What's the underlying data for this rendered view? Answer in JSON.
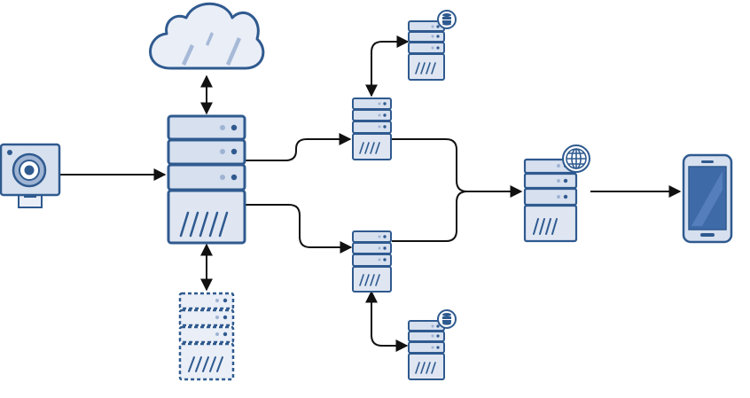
{
  "diagram": {
    "colors": {
      "outline": "#2f5a8f",
      "fill": "#d7e0ef",
      "fill_light": "#e9eef7",
      "panel": "#dfe6f2",
      "accent": "#2f5a8f",
      "screen": "#3f6aa8",
      "edge": "#111111",
      "background": "#ffffff"
    },
    "nodes": [
      {
        "id": "camera",
        "icon": "camera-icon"
      },
      {
        "id": "cloud",
        "icon": "cloud-icon"
      },
      {
        "id": "main-server",
        "icon": "server-icon"
      },
      {
        "id": "backup-server",
        "icon": "server-icon",
        "style": "dashed"
      },
      {
        "id": "server-top",
        "icon": "server-icon"
      },
      {
        "id": "db-server-top",
        "icon": "database-server-icon"
      },
      {
        "id": "server-bottom",
        "icon": "server-icon"
      },
      {
        "id": "db-server-bottom",
        "icon": "database-server-icon"
      },
      {
        "id": "web-server",
        "icon": "web-server-icon"
      },
      {
        "id": "mobile-phone",
        "icon": "smartphone-icon"
      }
    ],
    "edges": [
      {
        "from": "camera",
        "to": "main-server",
        "direction": "one-way"
      },
      {
        "from": "cloud",
        "to": "main-server",
        "direction": "two-way"
      },
      {
        "from": "main-server",
        "to": "backup-server",
        "direction": "two-way"
      },
      {
        "from": "main-server",
        "to": "server-top",
        "direction": "one-way"
      },
      {
        "from": "main-server",
        "to": "server-bottom",
        "direction": "one-way"
      },
      {
        "from": "server-top",
        "to": "db-server-top",
        "direction": "two-way"
      },
      {
        "from": "server-bottom",
        "to": "db-server-bottom",
        "direction": "two-way"
      },
      {
        "from": "server-top",
        "to": "web-server",
        "direction": "one-way"
      },
      {
        "from": "server-bottom",
        "to": "web-server",
        "direction": "one-way"
      },
      {
        "from": "web-server",
        "to": "mobile-phone",
        "direction": "one-way"
      }
    ]
  }
}
